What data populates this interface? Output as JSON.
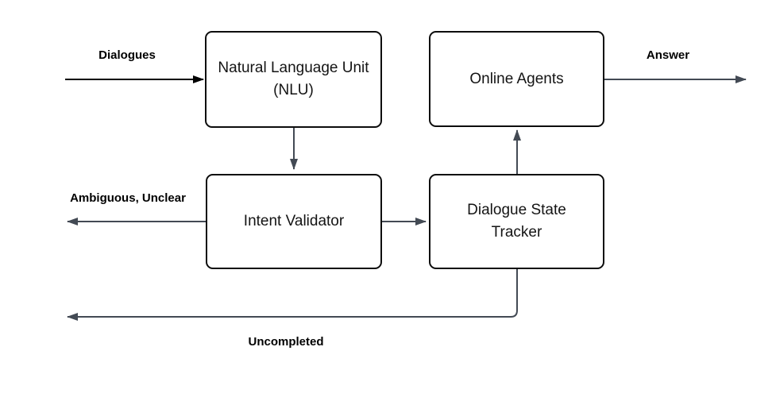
{
  "diagram": {
    "nodes": {
      "nlu": {
        "label": "Natural Language Unit (NLU)"
      },
      "online_agents": {
        "label": "Online Agents"
      },
      "intent_validator": {
        "label": "Intent Validator"
      },
      "dialogue_state_tracker": {
        "label": "Dialogue State Tracker"
      }
    },
    "edges": [
      {
        "from": "external-input",
        "to": "nlu",
        "label": "Dialogues"
      },
      {
        "from": "nlu",
        "to": "intent_validator",
        "label": ""
      },
      {
        "from": "intent_validator",
        "to": "external-left",
        "label": "Ambiguous, Unclear"
      },
      {
        "from": "intent_validator",
        "to": "dialogue_state_tracker",
        "label": ""
      },
      {
        "from": "dialogue_state_tracker",
        "to": "online_agents",
        "label": ""
      },
      {
        "from": "online_agents",
        "to": "external-right",
        "label": "Answer"
      },
      {
        "from": "dialogue_state_tracker",
        "to": "external-left",
        "label": "Uncompleted"
      }
    ],
    "colors": {
      "background": "#ffffff",
      "box_fill": "#ffffff",
      "box_border": "#0d0d0d",
      "box_text": "#141414",
      "label_text": "#000000",
      "arrow_black": "#000000",
      "arrow_slate": "#434a54"
    }
  }
}
